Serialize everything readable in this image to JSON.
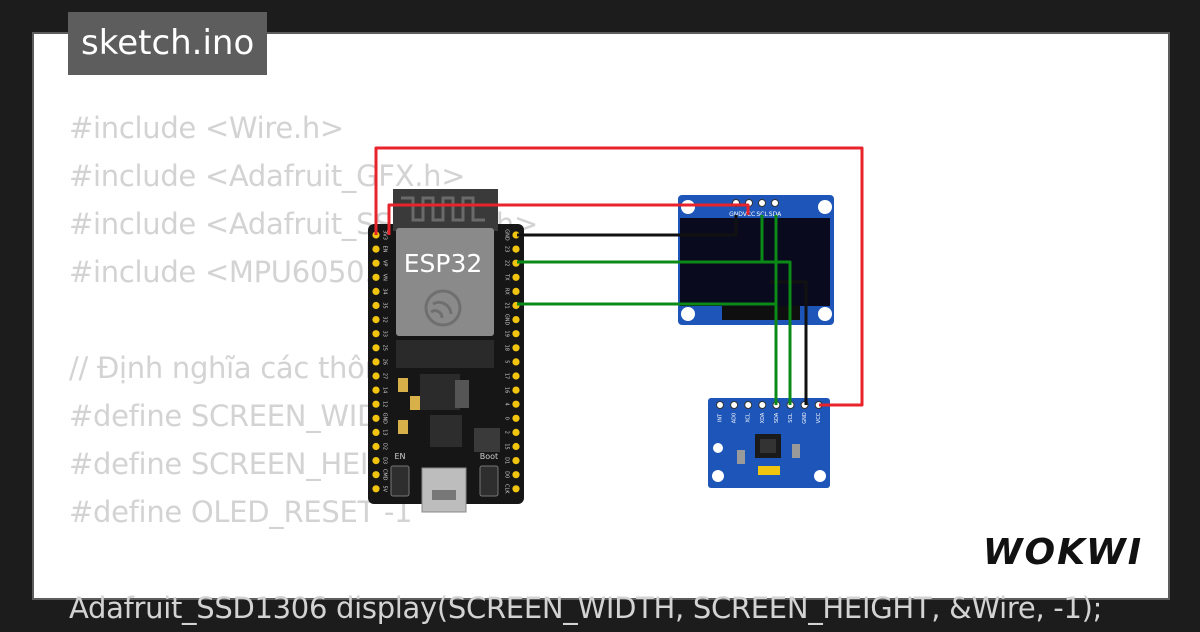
{
  "file_badge": {
    "label": "sketch.ino"
  },
  "code_lines": [
    "#include <Wire.h>",
    "#include <Adafruit_GFX.h>",
    "#include <Adafruit_SSD1306.h>",
    "#include <MPU6050.h>",
    "",
    "// Định nghĩa các thông số",
    "#define SCREEN_WIDTH 128",
    "#define SCREEN_HEIGHT 64",
    "#define OLED_RESET -1",
    "",
    "Adafruit_SSD1306 display(SCREEN_WIDTH, SCREEN_HEIGHT, &Wire, -1);"
  ],
  "esp32": {
    "chip_label": "ESP32",
    "button_en": "EN",
    "button_boot": "Boot",
    "left_pins": [
      "3V3",
      "EN",
      "VP",
      "VN",
      "34",
      "35",
      "32",
      "33",
      "25",
      "26",
      "27",
      "14",
      "12",
      "GND",
      "13",
      "D2",
      "D3",
      "CMD",
      "5V"
    ],
    "right_pins": [
      "GND",
      "23",
      "22",
      "TX",
      "RX",
      "21",
      "GND",
      "19",
      "18",
      "5",
      "17",
      "16",
      "4",
      "0",
      "2",
      "15",
      "D1",
      "D0",
      "CLK"
    ]
  },
  "oled": {
    "pins": [
      "GND",
      "VCC",
      "SCL",
      "SDA"
    ]
  },
  "mpu6050": {
    "pins": [
      "INT",
      "AD0",
      "XCL",
      "XDA",
      "SDA",
      "SCL",
      "GND",
      "VCC"
    ]
  },
  "brand": {
    "name": "WOKWI"
  },
  "colors": {
    "wire_red": "#e8232b",
    "wire_black": "#111111",
    "wire_green": "#0b8a16",
    "board_blue": "#1d55b8",
    "board_black": "#161616",
    "pin_yellow": "#f1c40f"
  }
}
